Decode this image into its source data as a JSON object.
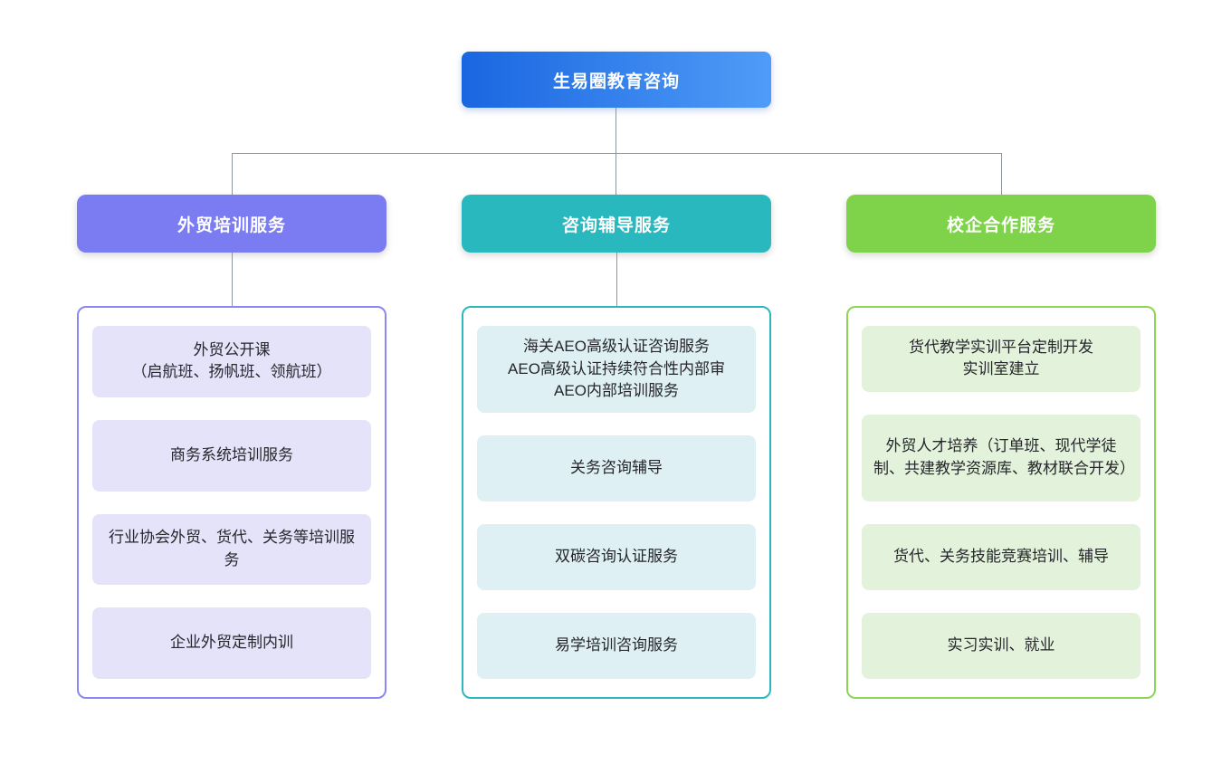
{
  "root": {
    "label": "生易圈教育咨询",
    "gradient_start": "#1a66e0",
    "gradient_end": "#4f9cf8"
  },
  "connector_color": "#8f959c",
  "branches": [
    {
      "label": "外贸培训服务",
      "accent": "#7c7cf2",
      "border": "#8a88f0",
      "item_bg": "#e5e3f9",
      "items": [
        {
          "text": "外贸公开课\n（启航班、扬帆班、领航班）"
        },
        {
          "text": "商务系统培训服务"
        },
        {
          "text": "行业协会外贸、货代、关务等培训服务"
        },
        {
          "text": "企业外贸定制内训"
        }
      ]
    },
    {
      "label": "咨询辅导服务",
      "accent": "#28b8bd",
      "border": "#2cb8bd",
      "item_bg": "#def0f3",
      "items": [
        {
          "text": "海关AEO高级认证咨询服务\nAEO高级认证持续符合性内部审\nAEO内部培训服务"
        },
        {
          "text": "关务咨询辅导"
        },
        {
          "text": "双碳咨询认证服务"
        },
        {
          "text": "易学培训咨询服务"
        }
      ]
    },
    {
      "label": "校企合作服务",
      "accent": "#7ed34a",
      "border": "#8ed455",
      "item_bg": "#e3f3db",
      "items": [
        {
          "text": "货代教学实训平台定制开发\n实训室建立"
        },
        {
          "text": "外贸人才培养（订单班、现代学徒制、共建教学资源库、教材联合开发）"
        },
        {
          "text": "货代、关务技能竞赛培训、辅导"
        },
        {
          "text": "实习实训、就业"
        }
      ]
    }
  ]
}
